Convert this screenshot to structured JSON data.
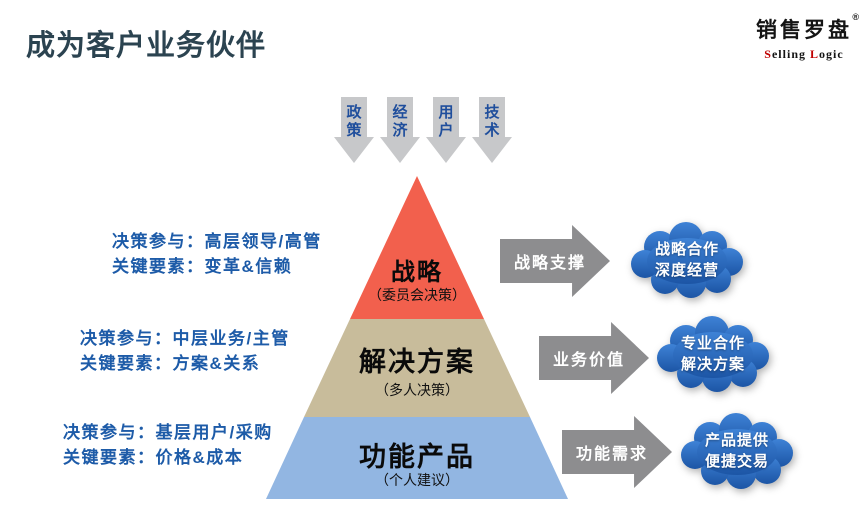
{
  "title": "成为客户业务伙伴",
  "logo": {
    "cn": "销售罗盘",
    "reg": "®",
    "en_s": "S",
    "en_elling": "elling ",
    "en_l": "L",
    "en_ogic": "ogic"
  },
  "top_arrows": [
    {
      "label": "政策"
    },
    {
      "label": "经济"
    },
    {
      "label": "用户"
    },
    {
      "label": "技术"
    }
  ],
  "left_notes": [
    {
      "line1": "决策参与：高层领导/高管",
      "line2": "关键要素：变革&信赖"
    },
    {
      "line1": "决策参与：中层业务/主管",
      "line2": "关键要素：方案&关系"
    },
    {
      "line1": "决策参与：基层用户/采购",
      "line2": "关键要素：价格&成本"
    }
  ],
  "pyramid": {
    "levels": [
      {
        "label": "战略",
        "caption": "（委员会决策）",
        "color": "#F2604D"
      },
      {
        "label": "解决方案",
        "caption": "（多人决策）",
        "color": "#C8BC9B"
      },
      {
        "label": "功能产品",
        "caption": "（个人建议）",
        "color": "#92B6E2"
      }
    ]
  },
  "flow": [
    {
      "arrow": "战略支撑",
      "cloud_line1": "战略合作",
      "cloud_line2": "深度经营"
    },
    {
      "arrow": "业务价值",
      "cloud_line1": "专业合作",
      "cloud_line2": "解决方案"
    },
    {
      "arrow": "功能需求",
      "cloud_line1": "产品提供",
      "cloud_line2": "便捷交易"
    }
  ],
  "colors": {
    "title_text": "#2B4350",
    "note_text": "#1D5BA8",
    "top_arrow_fill": "#C7C8CA",
    "top_arrow_text": "#1F4E9C",
    "right_arrow_fill": "#8D8D8F",
    "cloud_top": "#3E82D6",
    "cloud_bottom": "#1C55A5",
    "logo_red": "#C00000"
  }
}
